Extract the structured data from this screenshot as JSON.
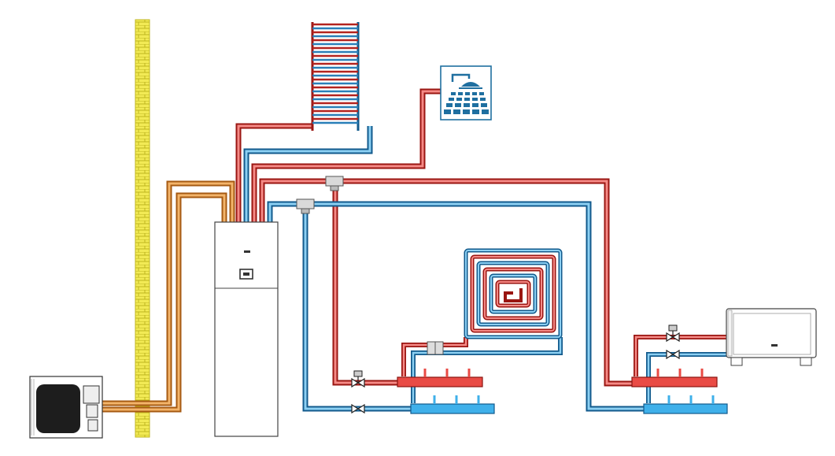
{
  "diagram": {
    "type": "heat-pump-installation-schematic",
    "colors": {
      "hot_pipe": "#e0312f",
      "cold_pipe": "#2a8fd0",
      "refrigerant_pipe": "#e79a43",
      "wall_brick": "#e6df3a",
      "wall_mortar": "#c9c126",
      "shower_icon": "#1f6fa0",
      "outline": "#333333"
    },
    "components": [
      {
        "id": "outdoor-unit",
        "icon": "heat-pump-outdoor-unit"
      },
      {
        "id": "exterior-wall",
        "icon": "brick-wall"
      },
      {
        "id": "indoor-unit",
        "icon": "indoor-tank-unit"
      },
      {
        "id": "towel-radiator",
        "icon": "towel-rail-radiator"
      },
      {
        "id": "shower",
        "icon": "shower-icon"
      },
      {
        "id": "underfloor-loop",
        "icon": "underfloor-heating-coil"
      },
      {
        "id": "manifold-left",
        "icon": "manifold"
      },
      {
        "id": "manifold-right",
        "icon": "manifold"
      },
      {
        "id": "fan-coil",
        "icon": "fan-coil-unit"
      }
    ]
  }
}
